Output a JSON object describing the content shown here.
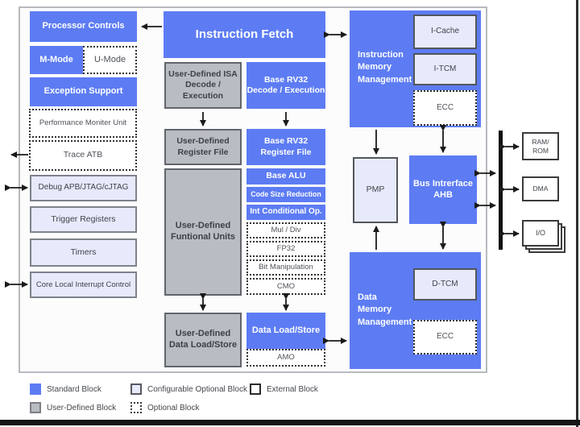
{
  "colors": {
    "standard_blue": "#5d7cf3",
    "user_defined_gray": "#b9bcc3",
    "configurable_fill": "#e7eafb",
    "arrow_black": "#1a1a1a"
  },
  "diagram": {
    "left": {
      "processor_controls": "Processor Controls",
      "m_mode": "M-Mode",
      "u_mode": "U-Mode",
      "exception_support": "Exception Support",
      "performance_monitor": "Performance Moniter Unit",
      "trace_atb": "Trace ATB",
      "debug": "Debug APB/JTAG/cJTAG",
      "trigger_registers": "Trigger Registers",
      "timers": "Timers",
      "core_local_interrupt": "Core Local Interrupt Control"
    },
    "pipeline": {
      "instruction_fetch": "Instruction Fetch",
      "ud_isa_decode": "User-Defined ISA\nDecode / Execution",
      "base_decode": "Base RV32\nDecode / Execution",
      "ud_register_file": "User-Defined\nRegister File",
      "base_register_file": "Base RV32\nRegister File",
      "ud_functional_units": "User-Defined\nFuntional Units",
      "base_alu": "Base ALU",
      "code_size_reduction": "Code Size Reduction",
      "int_conditional": "Int Conditional Op.",
      "mul_div": "Mul / Div",
      "fp32": "FP32",
      "bit_manipulation": "Bit Manipulation",
      "cmo": "CMO",
      "ud_data_load_store": "User-Defined\nData Load/Store",
      "data_load_store": "Data Load/Store",
      "amo": "AMO"
    },
    "memory": {
      "imm_label": "Instruction\nMemory\nManagement",
      "i_cache": "I-Cache",
      "i_tcm": "I-TCM",
      "imm_ecc": "ECC",
      "pmp": "PMP",
      "bus_interface": "Bus Intrerface\nAHB",
      "dmm_label": "Data\nMemory\nManagement",
      "d_tcm": "D-TCM",
      "dmm_ecc": "ECC"
    },
    "external": {
      "ram_rom": "RAM/\nROM",
      "dma": "DMA",
      "io": "I/O"
    }
  },
  "legend": {
    "standard": "Standard Block",
    "user_defined": "User-Defined Block",
    "configurable": "Configurable Optional Block",
    "optional": "Optional Block",
    "external": "External Block"
  }
}
